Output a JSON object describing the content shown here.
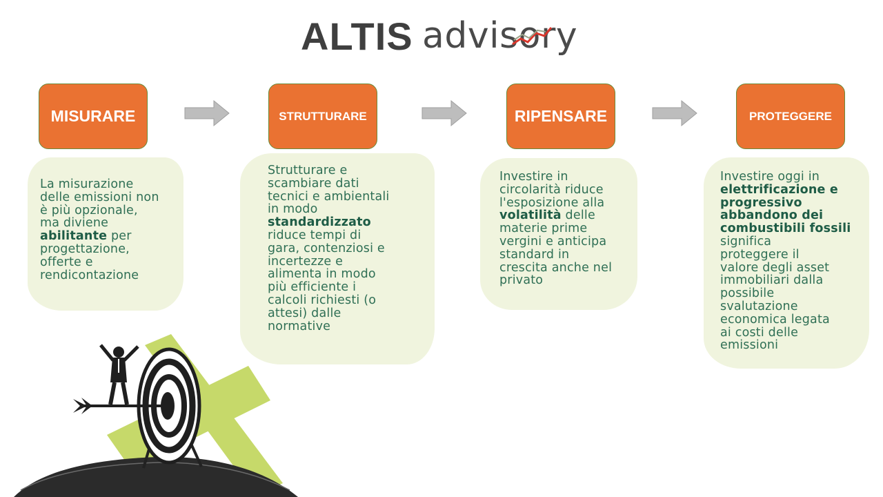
{
  "logo": {
    "bold": "ALTIS",
    "light": "advisory"
  },
  "steps": [
    {
      "label": "MISURARE"
    },
    {
      "label": "STRUTTURARE"
    },
    {
      "label": "RIPENSARE"
    },
    {
      "label": "PROTEGGERE"
    }
  ],
  "descriptions": [
    {
      "lines_before": [
        "La misurazione",
        "delle emissioni non",
        "è più opzionale,",
        "ma diviene"
      ],
      "bold": "abilitante",
      "after_bold": " per",
      "lines_after": [
        "progettazione,",
        "offerte e",
        "rendicontazione"
      ]
    },
    {
      "lines_before": [
        "Strutturare e",
        "scambiare dati",
        "tecnici e ambientali",
        "in modo"
      ],
      "bold": "standardizzato",
      "after_bold": "",
      "lines_after": [
        "riduce tempi di",
        "gara, contenziosi e",
        "incertezze e",
        "alimenta in modo",
        "più efficiente i",
        "calcoli richiesti (o",
        "attesi) dalle",
        "normative"
      ]
    },
    {
      "lines_before": [
        "Investire in",
        "circolarità riduce",
        "l'esposizione alla"
      ],
      "bold": "volatilità",
      "after_bold": " delle",
      "lines_after": [
        "materie prime",
        "vergini e anticipa",
        "standard in",
        "crescita anche nel",
        "privato"
      ]
    },
    {
      "lines_before": [
        "Investire oggi in"
      ],
      "bold_lines": [
        "elettrificazione e",
        "progressivo",
        "abbandono dei",
        "combustibili fossili"
      ],
      "lines_after": [
        "significa",
        "proteggere il",
        "valore degli asset",
        "immobiliari dalla",
        "possibile",
        "svalutazione",
        "economica legata",
        "ai costi delle",
        "emissioni"
      ]
    }
  ],
  "colors": {
    "step_fill": "#ea7232",
    "step_border": "#6b8a3a",
    "blob_fill": "#f0f4de",
    "text": "#2f6f55",
    "accent_green": "#c6d96a"
  }
}
